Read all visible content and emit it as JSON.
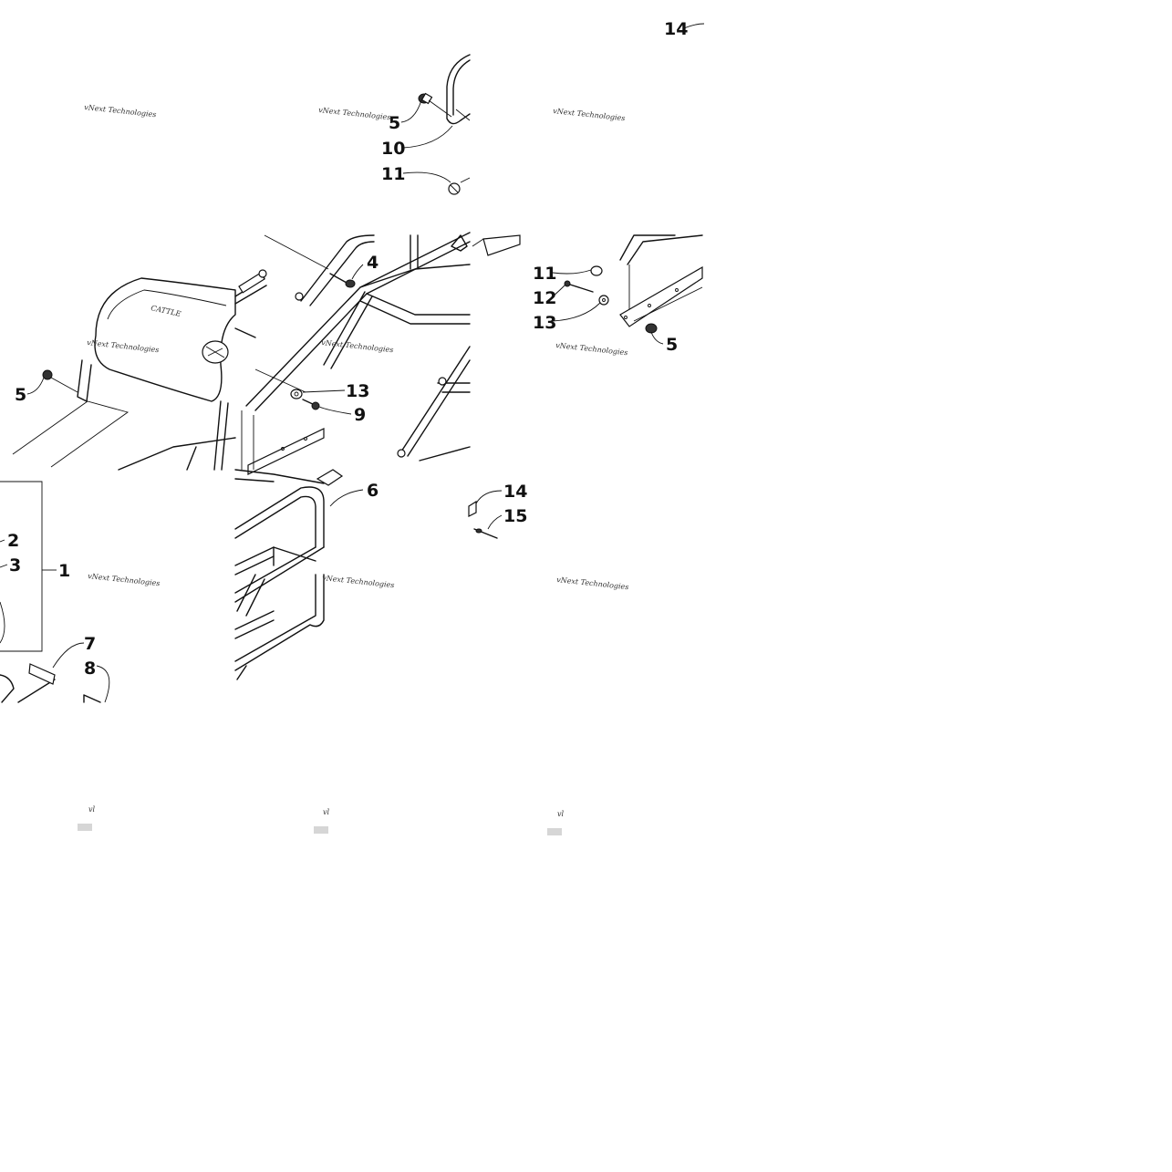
{
  "callouts": [
    {
      "id": "c14a",
      "text": "14"
    },
    {
      "id": "c5a",
      "text": "5"
    },
    {
      "id": "c10",
      "text": "10"
    },
    {
      "id": "c11a",
      "text": "11"
    },
    {
      "id": "c4",
      "text": "4"
    },
    {
      "id": "c11b",
      "text": "11"
    },
    {
      "id": "c12",
      "text": "12"
    },
    {
      "id": "c13a",
      "text": "13"
    },
    {
      "id": "c5b",
      "text": "5"
    },
    {
      "id": "c5c",
      "text": "5"
    },
    {
      "id": "c13b",
      "text": "13"
    },
    {
      "id": "c9",
      "text": "9"
    },
    {
      "id": "c6",
      "text": "6"
    },
    {
      "id": "c14b",
      "text": "14"
    },
    {
      "id": "c15",
      "text": "15"
    },
    {
      "id": "c2",
      "text": "2"
    },
    {
      "id": "c3",
      "text": "3"
    },
    {
      "id": "c1",
      "text": "1"
    },
    {
      "id": "c7",
      "text": "7"
    },
    {
      "id": "c8",
      "text": "8"
    }
  ],
  "watermark": {
    "line1": "vNext Technologies",
    "fragment": "vl"
  }
}
